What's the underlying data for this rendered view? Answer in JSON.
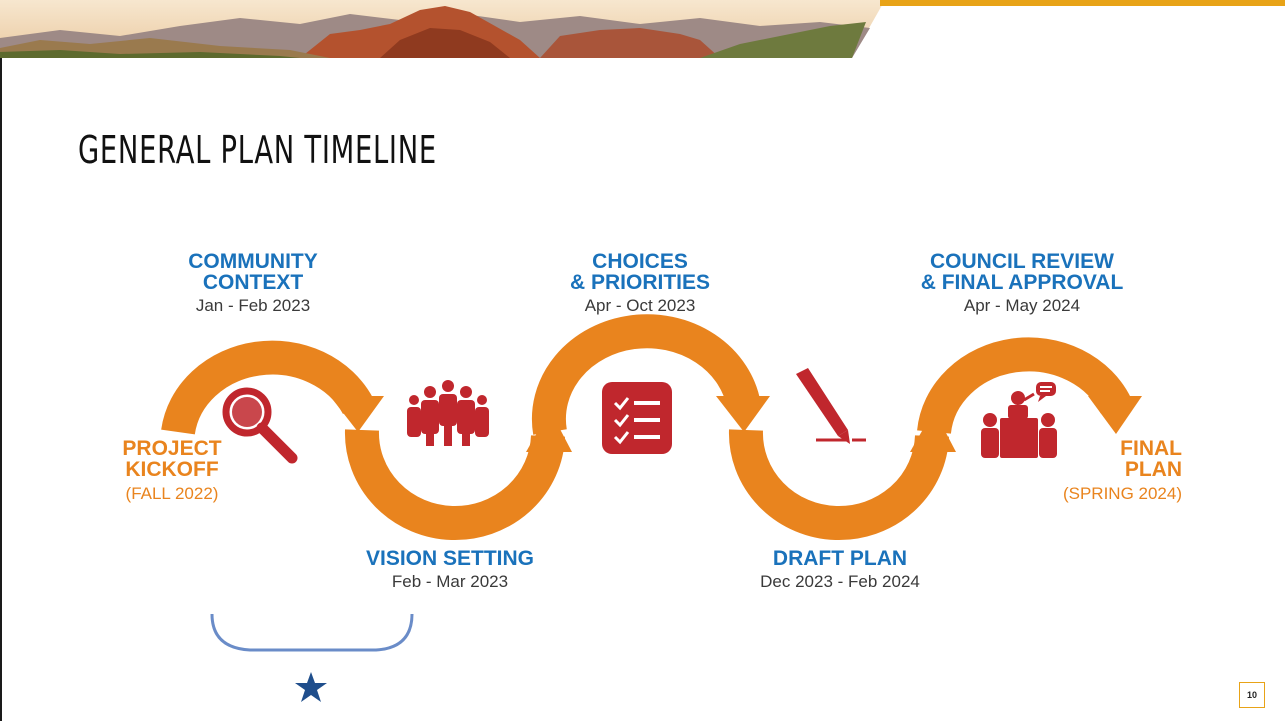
{
  "slide": {
    "title": "GENERAL PLAN TIMELINE",
    "page_number": "10",
    "colors": {
      "arrow": "#e9841e",
      "icon": "#c0272d",
      "phase_label": "#1a72bb",
      "accent": "#e8a317",
      "star": "#1f4e8c"
    }
  },
  "timeline": {
    "start": {
      "title_line1": "PROJECT",
      "title_line2": "KICKOFF",
      "subtitle": "(FALL 2022)"
    },
    "end": {
      "title_line1": "FINAL",
      "title_line2": "PLAN",
      "subtitle": "(SPRING 2024)"
    },
    "phases": [
      {
        "line1": "COMMUNITY",
        "line2": "CONTEXT",
        "date": "Jan - Feb 2023",
        "icon": "magnifying-glass-icon"
      },
      {
        "line1": "VISION SETTING",
        "date": "Feb - Mar 2023",
        "icon": "people-group-icon"
      },
      {
        "line1": "CHOICES",
        "line2": "& PRIORITIES",
        "date": "Apr - Oct 2023",
        "icon": "checklist-icon"
      },
      {
        "line1": "DRAFT PLAN",
        "date": "Dec 2023 - Feb 2024",
        "icon": "pen-icon"
      },
      {
        "line1": "COUNCIL REVIEW",
        "line2": "& FINAL APPROVAL",
        "date": "Apr - May 2024",
        "icon": "speaker-podium-icon"
      }
    ]
  },
  "marker": {
    "icon": "star-icon"
  }
}
